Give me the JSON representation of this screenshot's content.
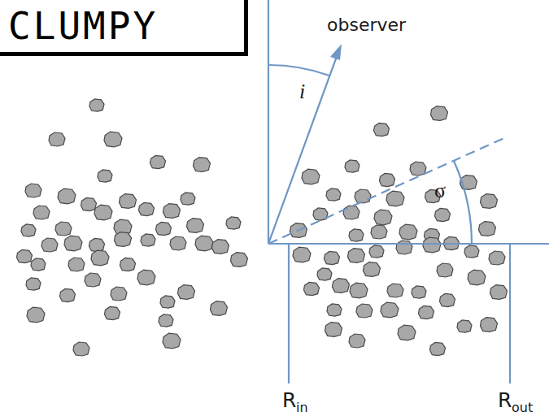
{
  "diagram": {
    "title": "CLUMPY",
    "labels": [
      "observer",
      "i",
      "σ",
      "R",
      "in",
      "R",
      "out"
    ]
  }
}
